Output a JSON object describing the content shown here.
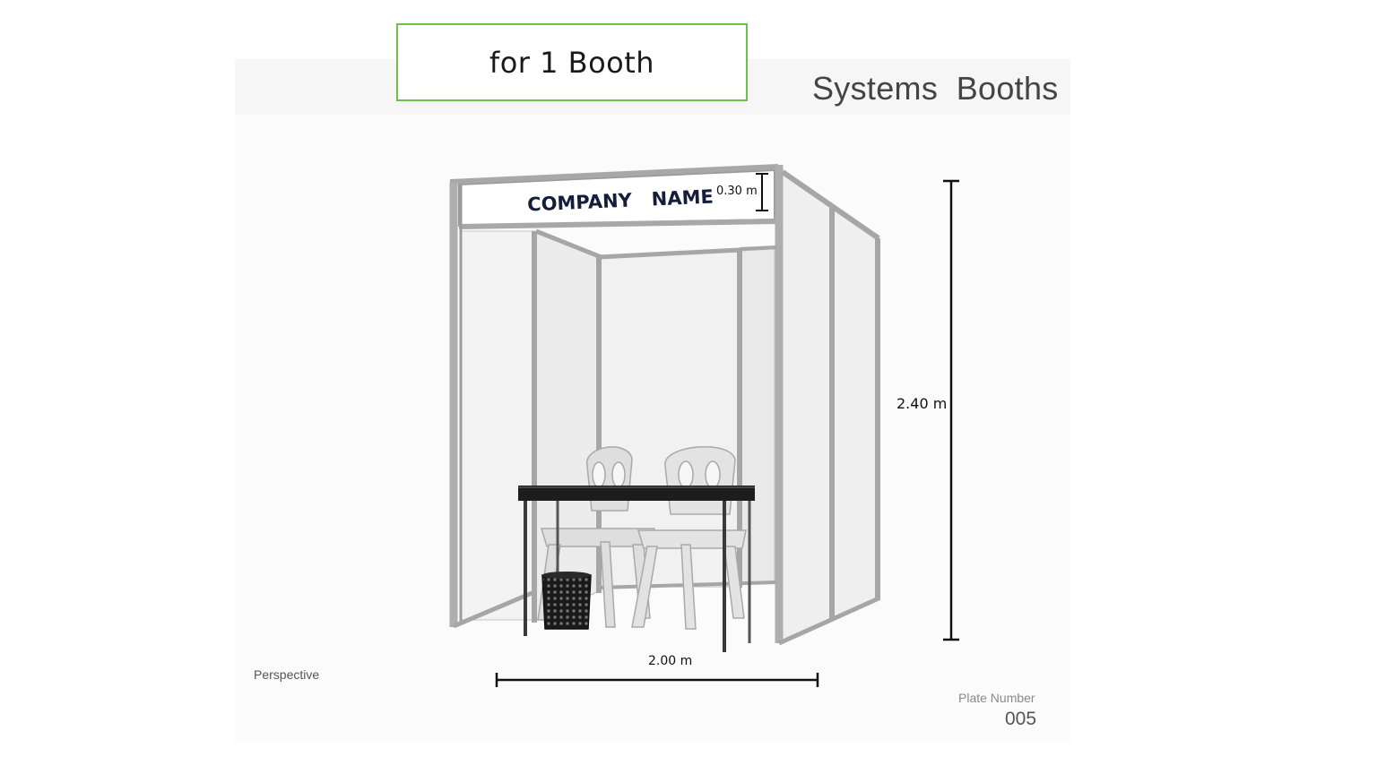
{
  "tag": "for 1 Booth",
  "title": "Systems  Booths",
  "fascia": "COMPANY   NAME",
  "dimensions": {
    "fascia_height": "0.30 m",
    "booth_height": "2.40 m",
    "booth_width": "2.00 m"
  },
  "view_caption": "Perspective",
  "plate": {
    "label": "Plate Number",
    "number": "005"
  }
}
